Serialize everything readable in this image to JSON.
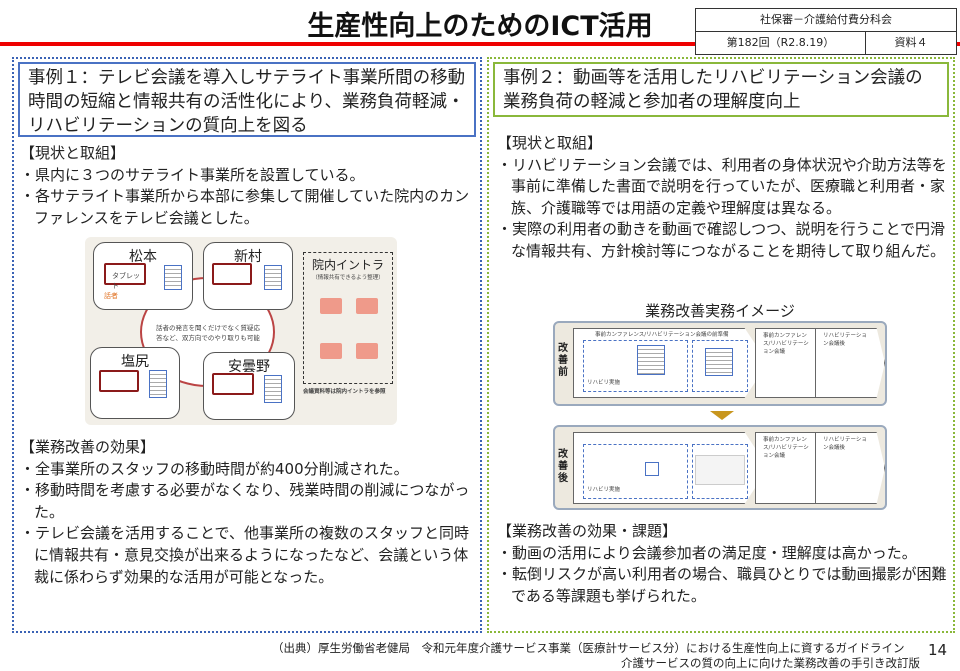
{
  "title": "生産性向上のためのICT活用",
  "meta": {
    "committee": "社保審－介護給付費分科会",
    "session": "第182回（R2.8.19）",
    "doc": "資料４"
  },
  "left": {
    "heading": "事例１：テレビ会議を導入しサテライト事業所間の移動時間の短縮と情報共有の活性化により、業務負荷軽減・リハビリテーションの質向上を図る",
    "current_label": "【現状と取組】",
    "current": [
      "・県内に３つのサテライト事業所を設置している。",
      "・各サテライト事業所から本部に参集して開催していた院内のカンファレンスをテレビ会議とした。"
    ],
    "diagram": {
      "sites": [
        "松本",
        "新村",
        "塩尻",
        "安曇野"
      ],
      "intranet": "院内イントラ",
      "intranet_sub": "（情報共有できるよう整理）",
      "center": "話者の発言を聞くだけでなく質疑応答など、双方向でのやり取りも可能",
      "tablet": "タブレット",
      "speaker": "話者",
      "note": "会議資料等は院内イントラを参照"
    },
    "effect_label": "【業務改善の効果】",
    "effects": [
      "・全事業所のスタッフの移動時間が約400分削減された。",
      "・移動時間を考慮する必要がなくなり、残業時間の削減につながった。",
      "・テレビ会議を活用することで、他事業所の複数のスタッフと同時に情報共有・意見交換が出来るようになったなど、会議という体裁に係わらず効果的な活用が可能となった。"
    ]
  },
  "right": {
    "heading": "事例２：動画等を活用したリハビリテーション会議の業務負荷の軽減と参加者の理解度向上",
    "current_label": "【現状と取組】",
    "current": [
      "・リハビリテーション会議では、利用者の身体状況や介助方法等を事前に準備した書面で説明を行っていたが、医療職と利用者・家族、介護職等では用語の定義や理解度は異なる。",
      "・実際の利用者の動きを動画で確認しつつ、説明を行うことで円滑な情報共有、方針検討等につながることを期待して取り組んだ。"
    ],
    "image_title": "業務改善実務イメージ",
    "diagram": {
      "before": "改善前",
      "after": "改善後",
      "step1": "事前カンファレンス/リハビリテーション会議の前準備",
      "step2": "事前カンファレンス/リハビリテーション会議",
      "step3": "リハビリテーション会議後",
      "rehab": "リハビリ実施"
    },
    "effect_label": "【業務改善の効果・課題】",
    "effects": [
      "・動画の活用により会議参加者の満足度・理解度は高かった。",
      "・転倒リスクが高い利用者の場合、職員ひとりでは動画撮影が困難である等課題も挙げられた。"
    ]
  },
  "footer": {
    "line1": "（出典）厚生労働省老健局　令和元年度介護サービス事業（医療計サービス分）における生産性向上に資するガイドライン",
    "line2": "介護サービスの質の向上に向けた業務改善の手引き改訂版",
    "page": "14"
  }
}
